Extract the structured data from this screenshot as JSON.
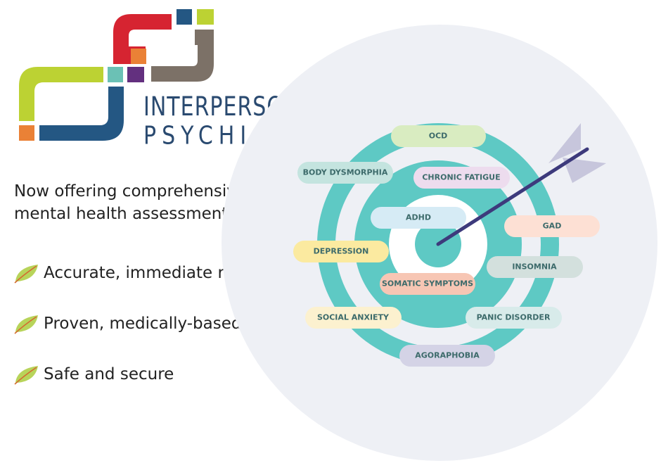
{
  "logo": {
    "line1": "INTERPERSONAL",
    "line2": "PSYCHIATRY",
    "colors": {
      "red": "#d62431",
      "lime": "#bcd233",
      "navy": "#245783",
      "taupe": "#7c7167",
      "orange": "#ea8136",
      "teal": "#6bc1b5",
      "purple": "#63307f",
      "blue": "#245b8a"
    }
  },
  "headline": "Now offering comprehensive mental health assessment!",
  "features": [
    {
      "text": "Accurate, immediate results",
      "icon": "leaf-icon"
    },
    {
      "text": "Proven, medically-based",
      "icon": "leaf-icon"
    },
    {
      "text": "Safe and secure",
      "icon": "leaf-icon"
    }
  ],
  "target": {
    "ring_color": "#5ec9c4",
    "background_circle_color": "#eef0f5",
    "arrow_color": "#3d3a7c",
    "fletching_color": "#c7c6dc",
    "conditions": [
      {
        "label": "OCD",
        "color": "#d9ecc1"
      },
      {
        "label": "BODY DYSMORPHIA",
        "color": "#c4e4df"
      },
      {
        "label": "CHRONIC FATIGUE",
        "color": "#eddcee"
      },
      {
        "label": "ADHD",
        "color": "#d6ebf5"
      },
      {
        "label": "GAD",
        "color": "#fde0d4"
      },
      {
        "label": "DEPRESSION",
        "color": "#fbeaa0"
      },
      {
        "label": "INSOMNIA",
        "color": "#d3e0dd"
      },
      {
        "label": "SOMATIC SYMPTOMS",
        "color": "#f7c6b4"
      },
      {
        "label": "SOCIAL ANXIETY",
        "color": "#fcf1cf"
      },
      {
        "label": "PANIC DISORDER",
        "color": "#d8ebea"
      },
      {
        "label": "AGORAPHOBIA",
        "color": "#d4d3e6"
      }
    ]
  }
}
